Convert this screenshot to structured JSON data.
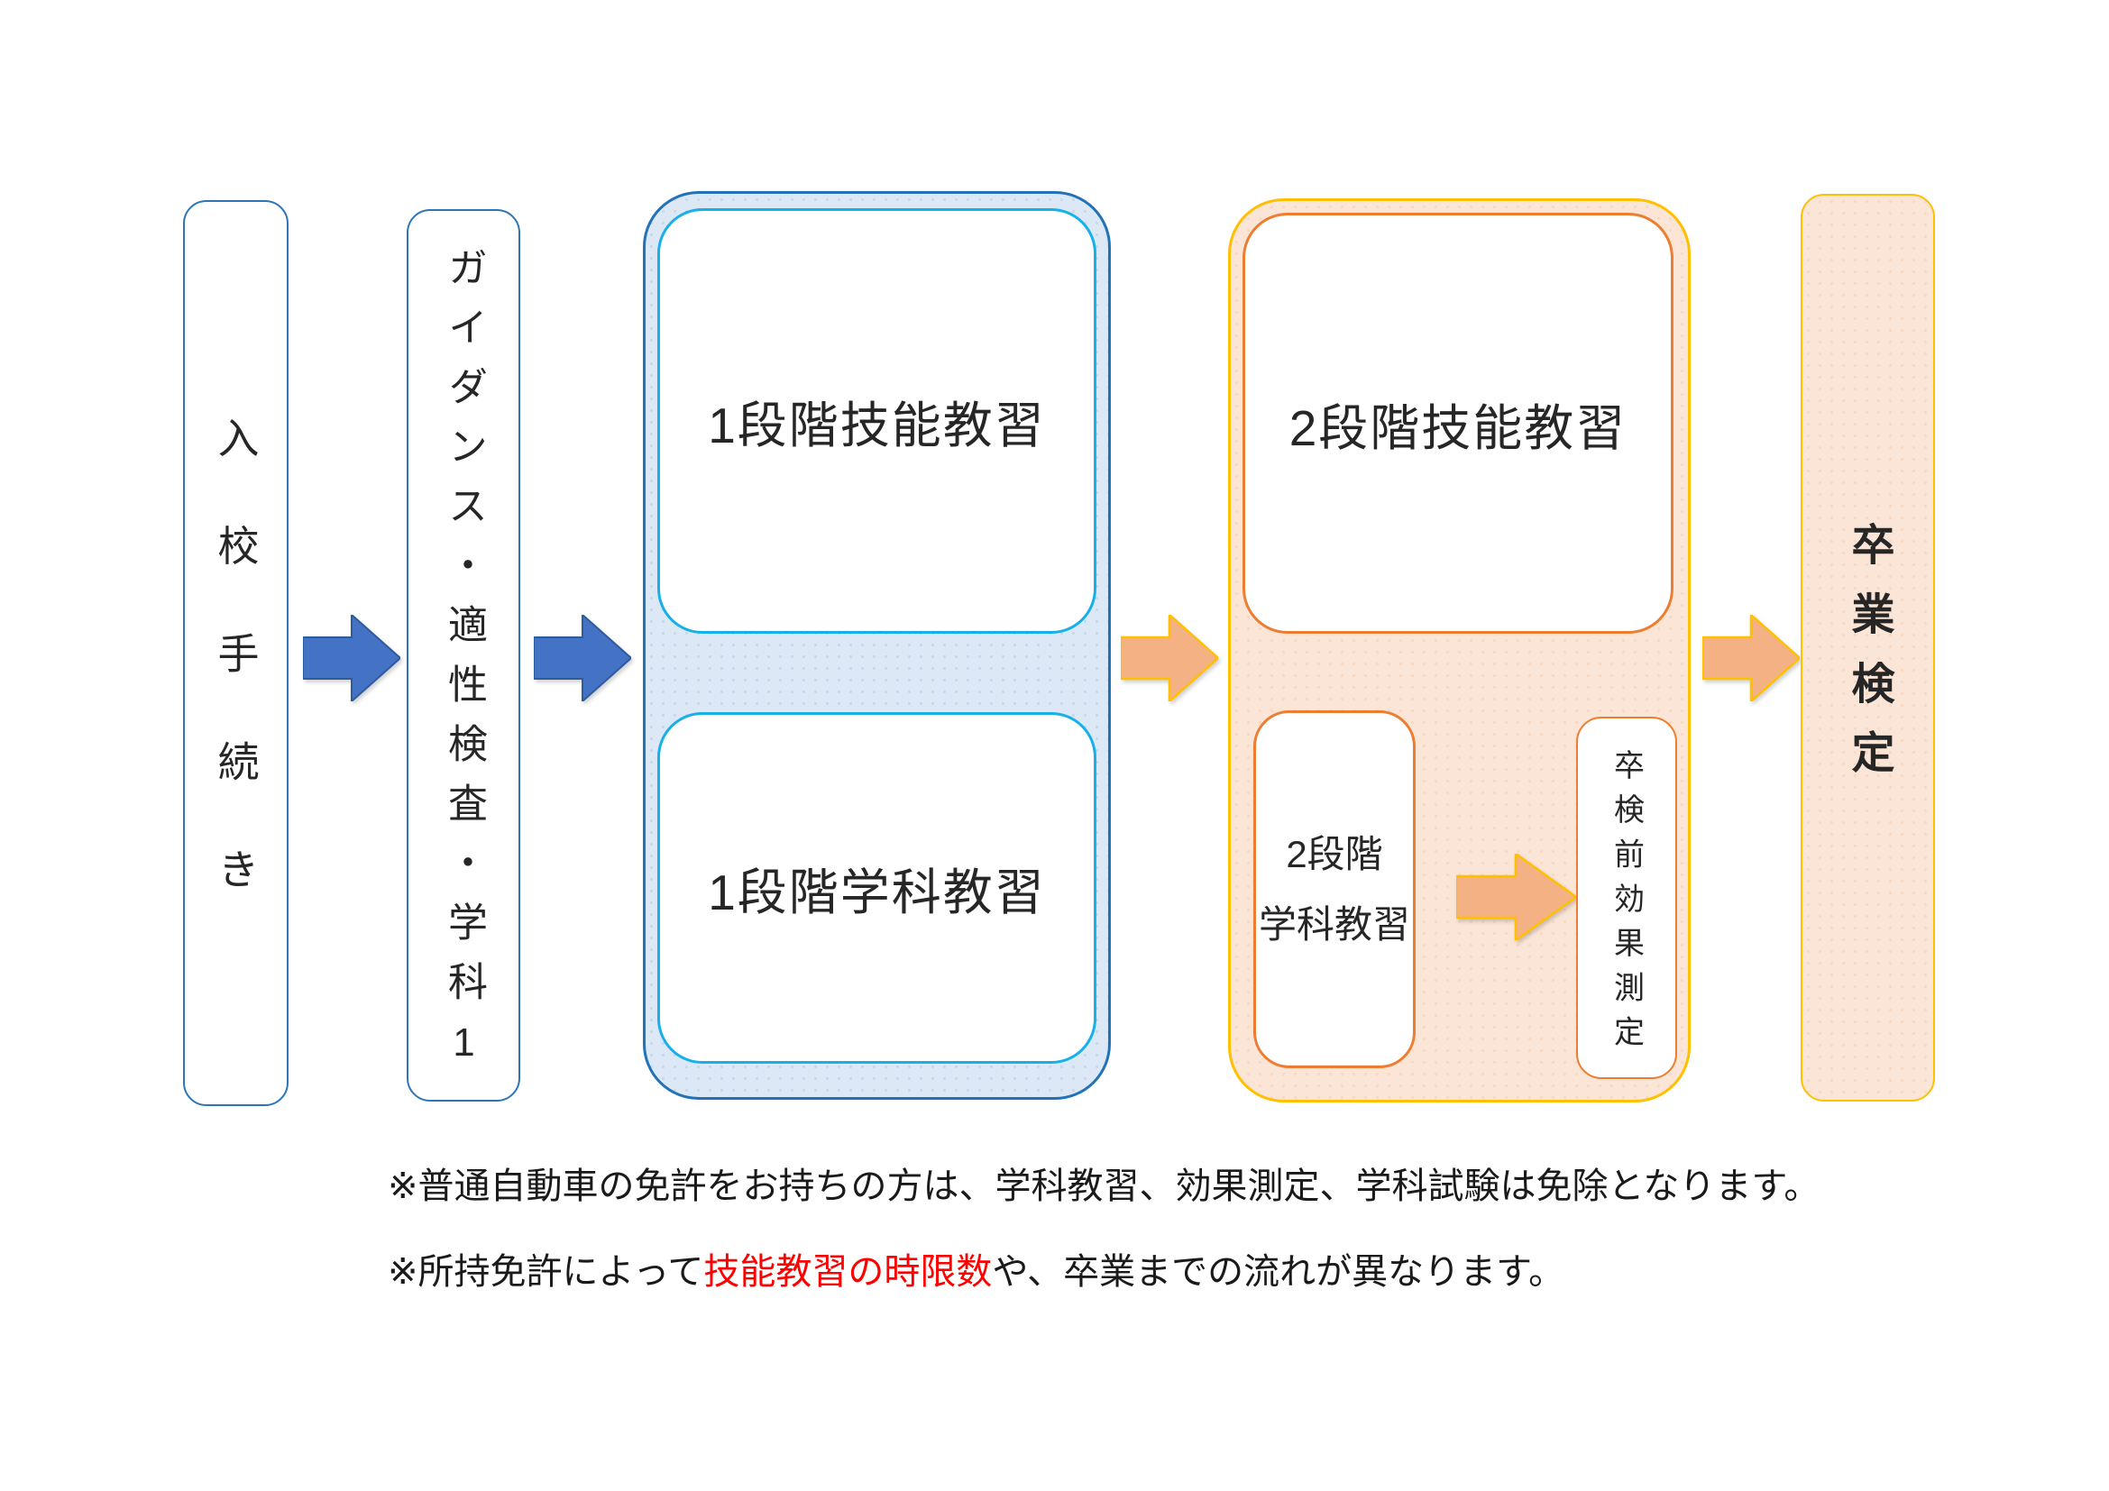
{
  "diagram": {
    "entry": {
      "label": "入校手続き"
    },
    "guidance": {
      "label": "ガイダンス・適性検査・学科1"
    },
    "stage1": {
      "skill_label": "1段階技能教習",
      "academic_label": "1段階学科教習"
    },
    "stage2": {
      "skill_label": "2段階技能教習",
      "academic_label_line1": "2段階",
      "academic_label_line2": "学科教習",
      "pre_exam_label": "卒検前効果測定"
    },
    "graduation": {
      "label": "卒業検定"
    }
  },
  "notes": {
    "line1": "※普通自動車の免許をお持ちの方は、学科教習、効果測定、学科試験は免除となります。",
    "line2_before": "※所持免許によって",
    "line2_red": "技能教習の時限数",
    "line2_after": "や、卒業までの流れが異なります。"
  },
  "colors": {
    "blue_border": "#2E75B6",
    "cyan_inner_border": "#18B0E8",
    "blue_group_fill": "#DCE8F5",
    "blue_arrow_fill": "#4472C4",
    "blue_arrow_stroke": "#2E5B9F",
    "gold_border": "#FFC000",
    "orange_inner_border": "#ED7D31",
    "orange_group_fill": "#FBE5D6",
    "orange_arrow_fill": "#F4B183",
    "note_red": "#FF0000",
    "text": "#262626"
  }
}
